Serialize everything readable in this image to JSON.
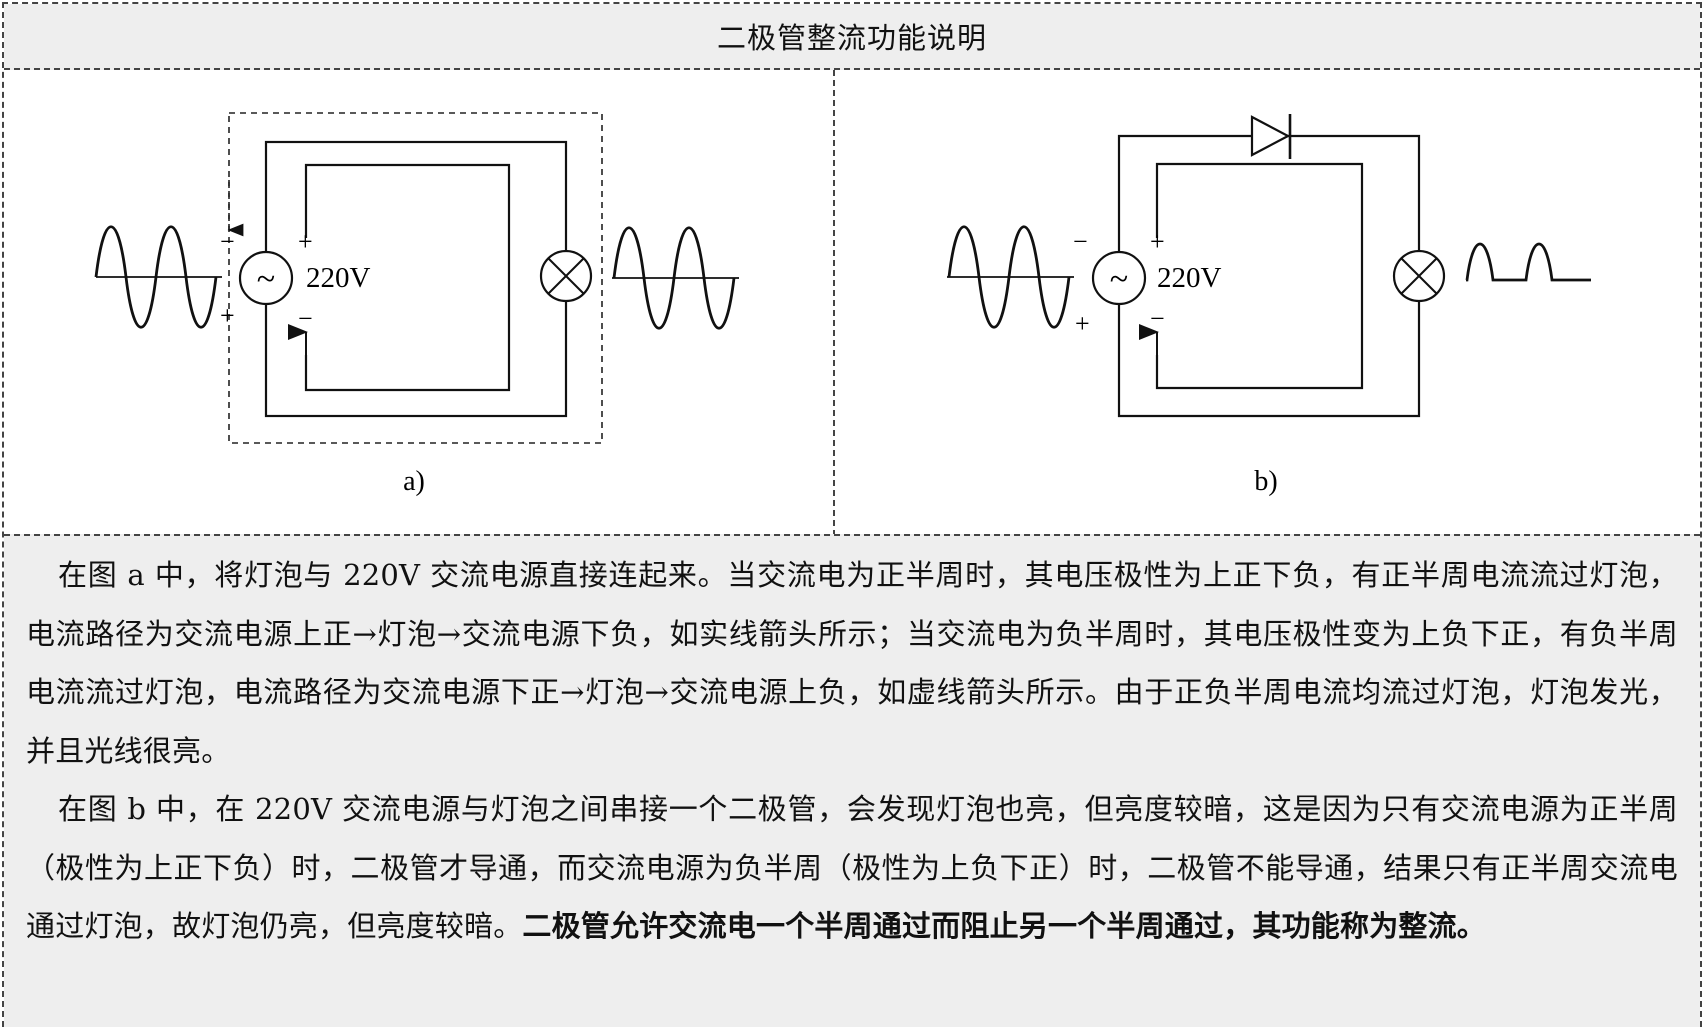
{
  "title": "二极管整流功能说明",
  "figure_a": {
    "caption": "a)",
    "voltage": "220V",
    "source_symbol": "~",
    "plus": "+",
    "minus": "−"
  },
  "figure_b": {
    "caption": "b)",
    "voltage": "220V",
    "source_symbol": "~",
    "plus": "+",
    "minus": "−"
  },
  "paragraph_1": "在图 a 中，将灯泡与 220V 交流电源直接连起来。当交流电为正半周时，其电压极性为上正下负，有正半周电流流过灯泡，电流路径为交流电源上正→灯泡→交流电源下负，如实线箭头所示；当交流电为负半周时，其电压极性变为上负下正，有负半周电流流过灯泡，电流路径为交流电源下正→灯泡→交流电源上负，如虚线箭头所示。由于正负半周电流均流过灯泡，灯泡发光，并且光线很亮。",
  "paragraph_2_normal": "在图 b 中，在 220V 交流电源与灯泡之间串接一个二极管，会发现灯泡也亮，但亮度较暗，这是因为只有交流电源为正半周（极性为上正下负）时，二极管才导通，而交流电源为负半周（极性为上负下正）时，二极管不能导通，结果只有正半周交流电通过灯泡，故灯泡仍亮，但亮度较暗。",
  "paragraph_2_bold": "二极管允许交流电一个半周通过而阻止另一个半周通过，其功能称为整流。"
}
